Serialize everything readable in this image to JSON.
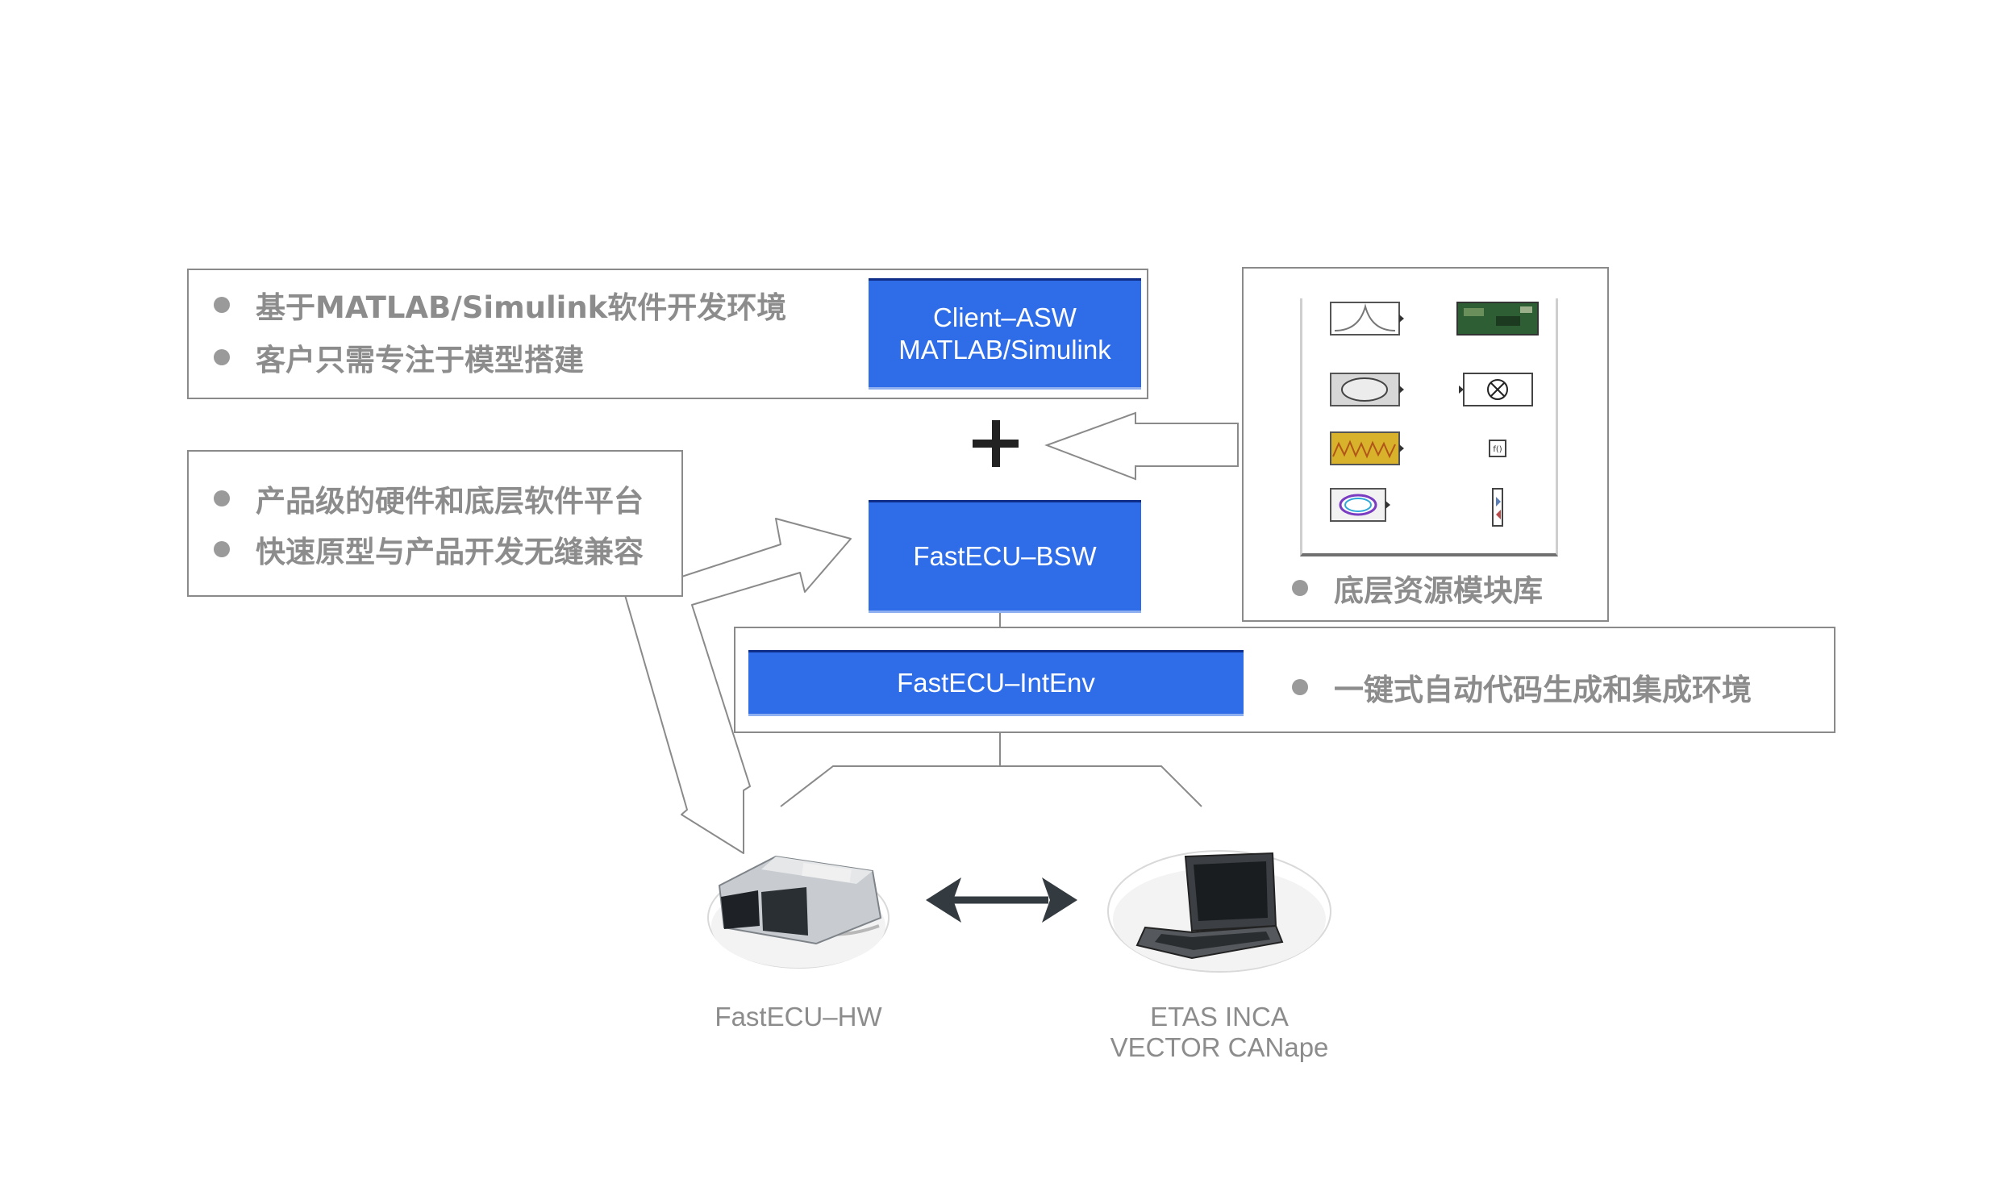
{
  "asw_panel": {
    "bullets": [
      "基于MATLAB/Simulink软件开发环境",
      "客户只需专注于模型搭建"
    ],
    "box_line1": "Client–ASW",
    "box_line2": "MATLAB/Simulink"
  },
  "plus_sign": "+",
  "bsw_panel": {
    "bullets": [
      "产品级的硬件和底层软件平台",
      "快速原型与产品开发无缝兼容"
    ],
    "box_label": "FastECU–BSW"
  },
  "library_panel": {
    "caption": "底层资源模块库",
    "blocks": [
      "signal-curve-block",
      "circuit-board-block",
      "can-bus-block",
      "multiplier-block",
      "noise-signal-block",
      "small-port-block",
      "os-block",
      "connector-block"
    ]
  },
  "intenv_panel": {
    "box_label": "FastECU–IntEnv",
    "bullet": "一键式自动代码生成和集成环境"
  },
  "hardware": {
    "ecu_label": "FastECU–HW",
    "tool_line1": "ETAS INCA",
    "tool_line2": "VECTOR CANape"
  },
  "colors": {
    "accent_blue": "#2f6de8",
    "text_gray": "#8c8c8c",
    "frame_gray": "#8a8a8a"
  }
}
